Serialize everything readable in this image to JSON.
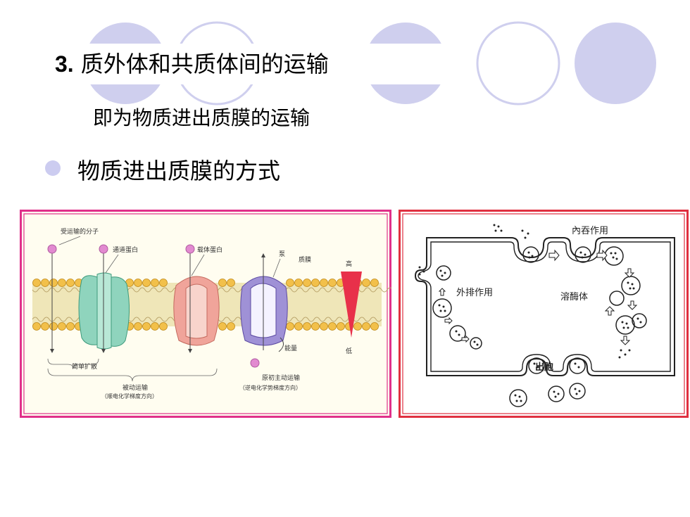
{
  "title": {
    "number": "3.",
    "text": "质外体和共质体间的运输"
  },
  "subtitle": "即为物质进出质膜的运输",
  "bullet": "物质进出质膜的方式",
  "left_figure": {
    "label_molecule": "受运输的分子",
    "label_channel": "通道蛋白",
    "label_carrier": "载体蛋白",
    "label_pump": "泵",
    "label_membrane": "质膜",
    "label_high": "高",
    "label_low": "低",
    "label_energy": "能量",
    "label_simple_diffusion": "简单扩散",
    "label_passive": "被动运输",
    "label_passive_note": "（顺电化学梯度方向）",
    "label_active": "原初主动运输",
    "label_active_note": "（逆电化学势梯度方向）"
  },
  "right_figure": {
    "label_endocytosis": "內吞作用",
    "label_exocytosis": "外排作用",
    "label_lysosome": "溶酶体",
    "label_budding": "出胞"
  },
  "colors": {
    "left_border": "#e0308a",
    "right_border": "#e03040",
    "deco_fill": "#cfcfee",
    "channel": "#8fd4bd",
    "carrier": "#f0a49a",
    "pump": "#9f91d6",
    "gradient": "#e8304a"
  }
}
